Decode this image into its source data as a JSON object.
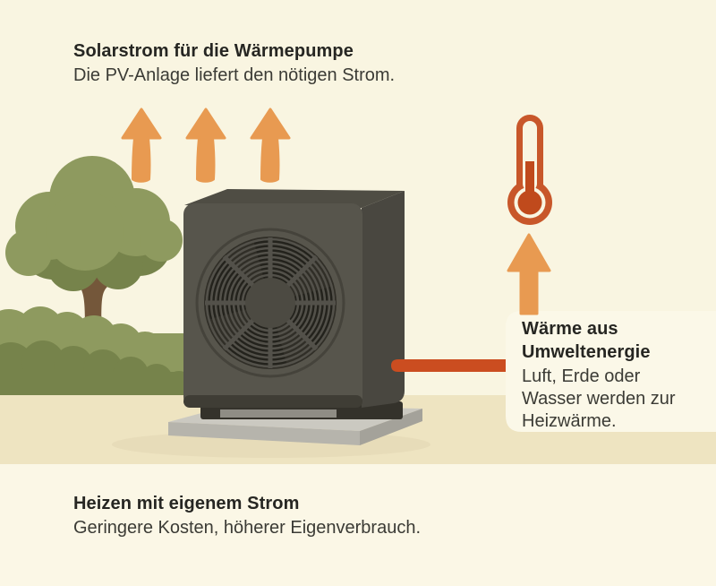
{
  "sections": {
    "solar": {
      "title": "Solarstrom für die Wärmepumpe",
      "subtitle": "Die PV-Anlage liefert den nötigen Strom."
    },
    "ambient": {
      "title": "Wärme aus Umweltenergie",
      "subtitle": "Luft, Erde oder Wasser werden zur Heizwärme."
    },
    "heating": {
      "title": "Heizen mit eigenem Strom",
      "subtitle": "Geringere Kosten, höherer Eigenverbrauch."
    }
  },
  "icons": {
    "solar_arrows": "three-up-arrows",
    "ambient_arrow": "up-arrow",
    "thermometer": "thermometer",
    "pipe": "heat-pipe",
    "heat_pump": "heat-pump-unit",
    "tree": "tree",
    "bushes": "bushes"
  },
  "colors": {
    "background_sky": "#F9F5E1",
    "background_ground": "#EEE4C1",
    "background_footer": "#FBF7E6",
    "card_bg": "#FBF8E8",
    "arrow_orange": "#E89A51",
    "pipe_red": "#CB4D20",
    "thermometer_outline": "#C8572A",
    "thermometer_fill": "#C04A1C",
    "pump_front": "#57554C",
    "pump_top": "#4F4D44",
    "pump_side": "#494740",
    "foliage_light": "#8E9A5F",
    "foliage_dark": "#76834B",
    "trunk_brown": "#74573A",
    "slab_light": "#CBC9C1",
    "text_dark": "#262622",
    "text_body": "#3B3B35"
  }
}
